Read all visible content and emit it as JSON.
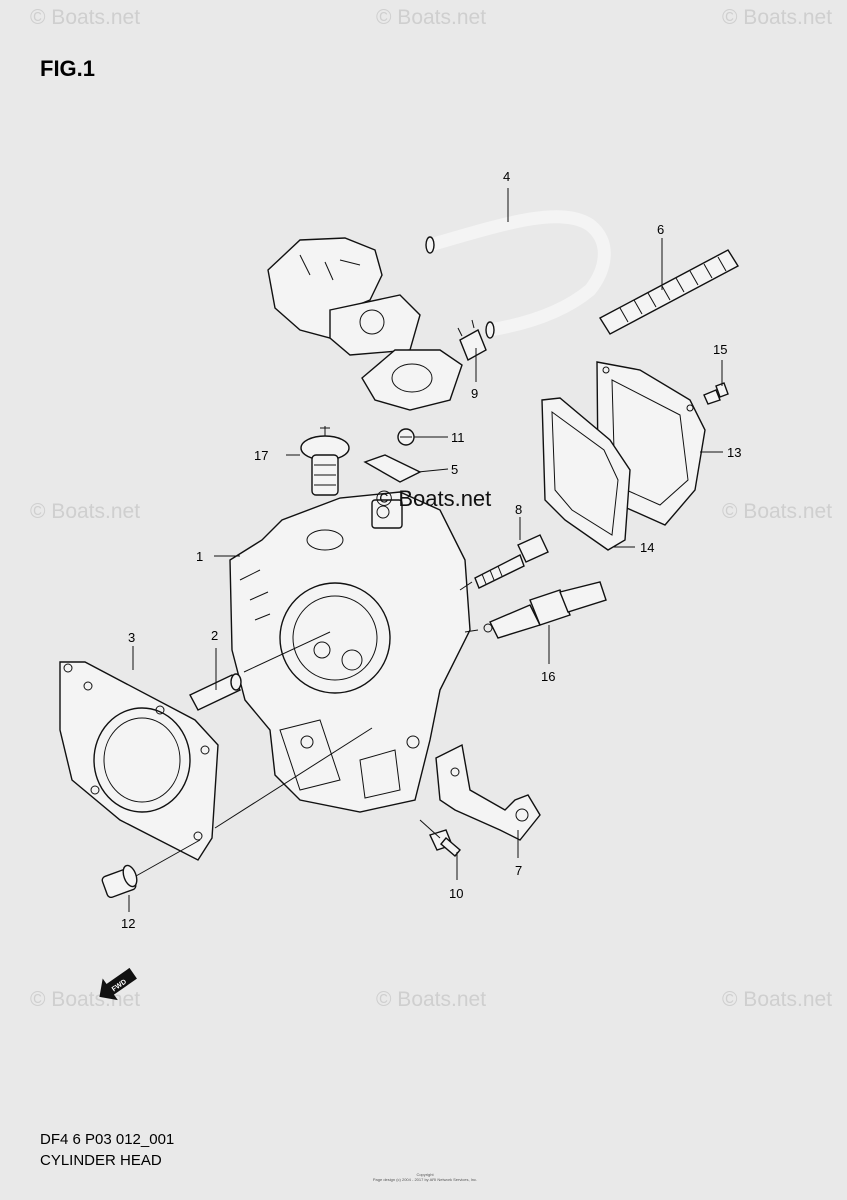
{
  "figure_label": "FIG.1",
  "watermark_text": "© Boats.net",
  "center_watermark": "© Boats.net",
  "callouts": [
    {
      "label": "1"
    },
    {
      "label": "2"
    },
    {
      "label": "3"
    },
    {
      "label": "4"
    },
    {
      "label": "5"
    },
    {
      "label": "6"
    },
    {
      "label": "7"
    },
    {
      "label": "8"
    },
    {
      "label": "9"
    },
    {
      "label": "10"
    },
    {
      "label": "11"
    },
    {
      "label": "12"
    },
    {
      "label": "13"
    },
    {
      "label": "14"
    },
    {
      "label": "15"
    },
    {
      "label": "16"
    },
    {
      "label": "17"
    }
  ],
  "fwd_label": "FWD",
  "caption": {
    "code": "DF4 6 P03 012_001",
    "title": "CYLINDER HEAD"
  },
  "copyright": {
    "line1": "Copyright",
    "line2": "Page design (c) 2004 - 2017 by ARI Network Services, Inc."
  },
  "colors": {
    "background": "#e9e9e9",
    "line": "#111111",
    "watermark": "#cfcfcf"
  }
}
